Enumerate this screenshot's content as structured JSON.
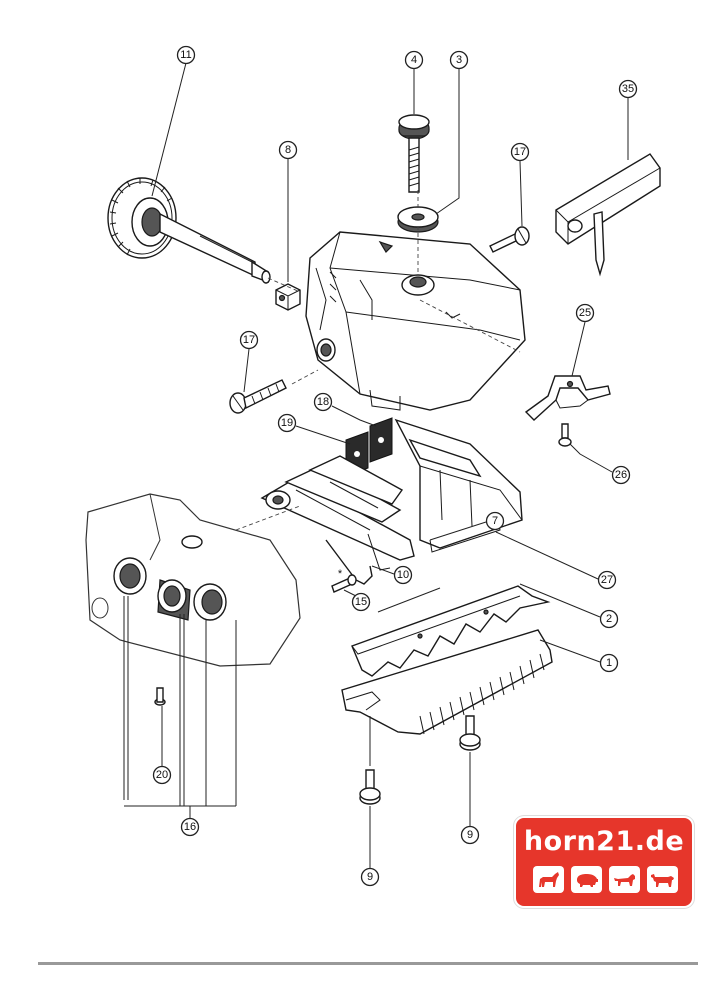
{
  "callouts": [
    {
      "id": "c11",
      "label": "11"
    },
    {
      "id": "c8",
      "label": "8"
    },
    {
      "id": "c4",
      "label": "4"
    },
    {
      "id": "c3",
      "label": "3"
    },
    {
      "id": "c17a",
      "label": "17"
    },
    {
      "id": "c35",
      "label": "35"
    },
    {
      "id": "c25",
      "label": "25"
    },
    {
      "id": "c17b",
      "label": "17"
    },
    {
      "id": "c18",
      "label": "18"
    },
    {
      "id": "c19",
      "label": "19"
    },
    {
      "id": "c26",
      "label": "26"
    },
    {
      "id": "c7",
      "label": "7"
    },
    {
      "id": "c27",
      "label": "27"
    },
    {
      "id": "c10",
      "label": "10"
    },
    {
      "id": "c15",
      "label": "15"
    },
    {
      "id": "c2",
      "label": "2"
    },
    {
      "id": "c1",
      "label": "1"
    },
    {
      "id": "c20",
      "label": "20"
    },
    {
      "id": "c16",
      "label": "16"
    },
    {
      "id": "c9a",
      "label": "9"
    },
    {
      "id": "c9b",
      "label": "9"
    }
  ],
  "asterisk": "*",
  "logo": {
    "text": "horn21.de",
    "background_color": "#e6362b",
    "tiles": [
      "horse-icon",
      "pig-icon",
      "dog-icon",
      "cow-icon"
    ]
  }
}
